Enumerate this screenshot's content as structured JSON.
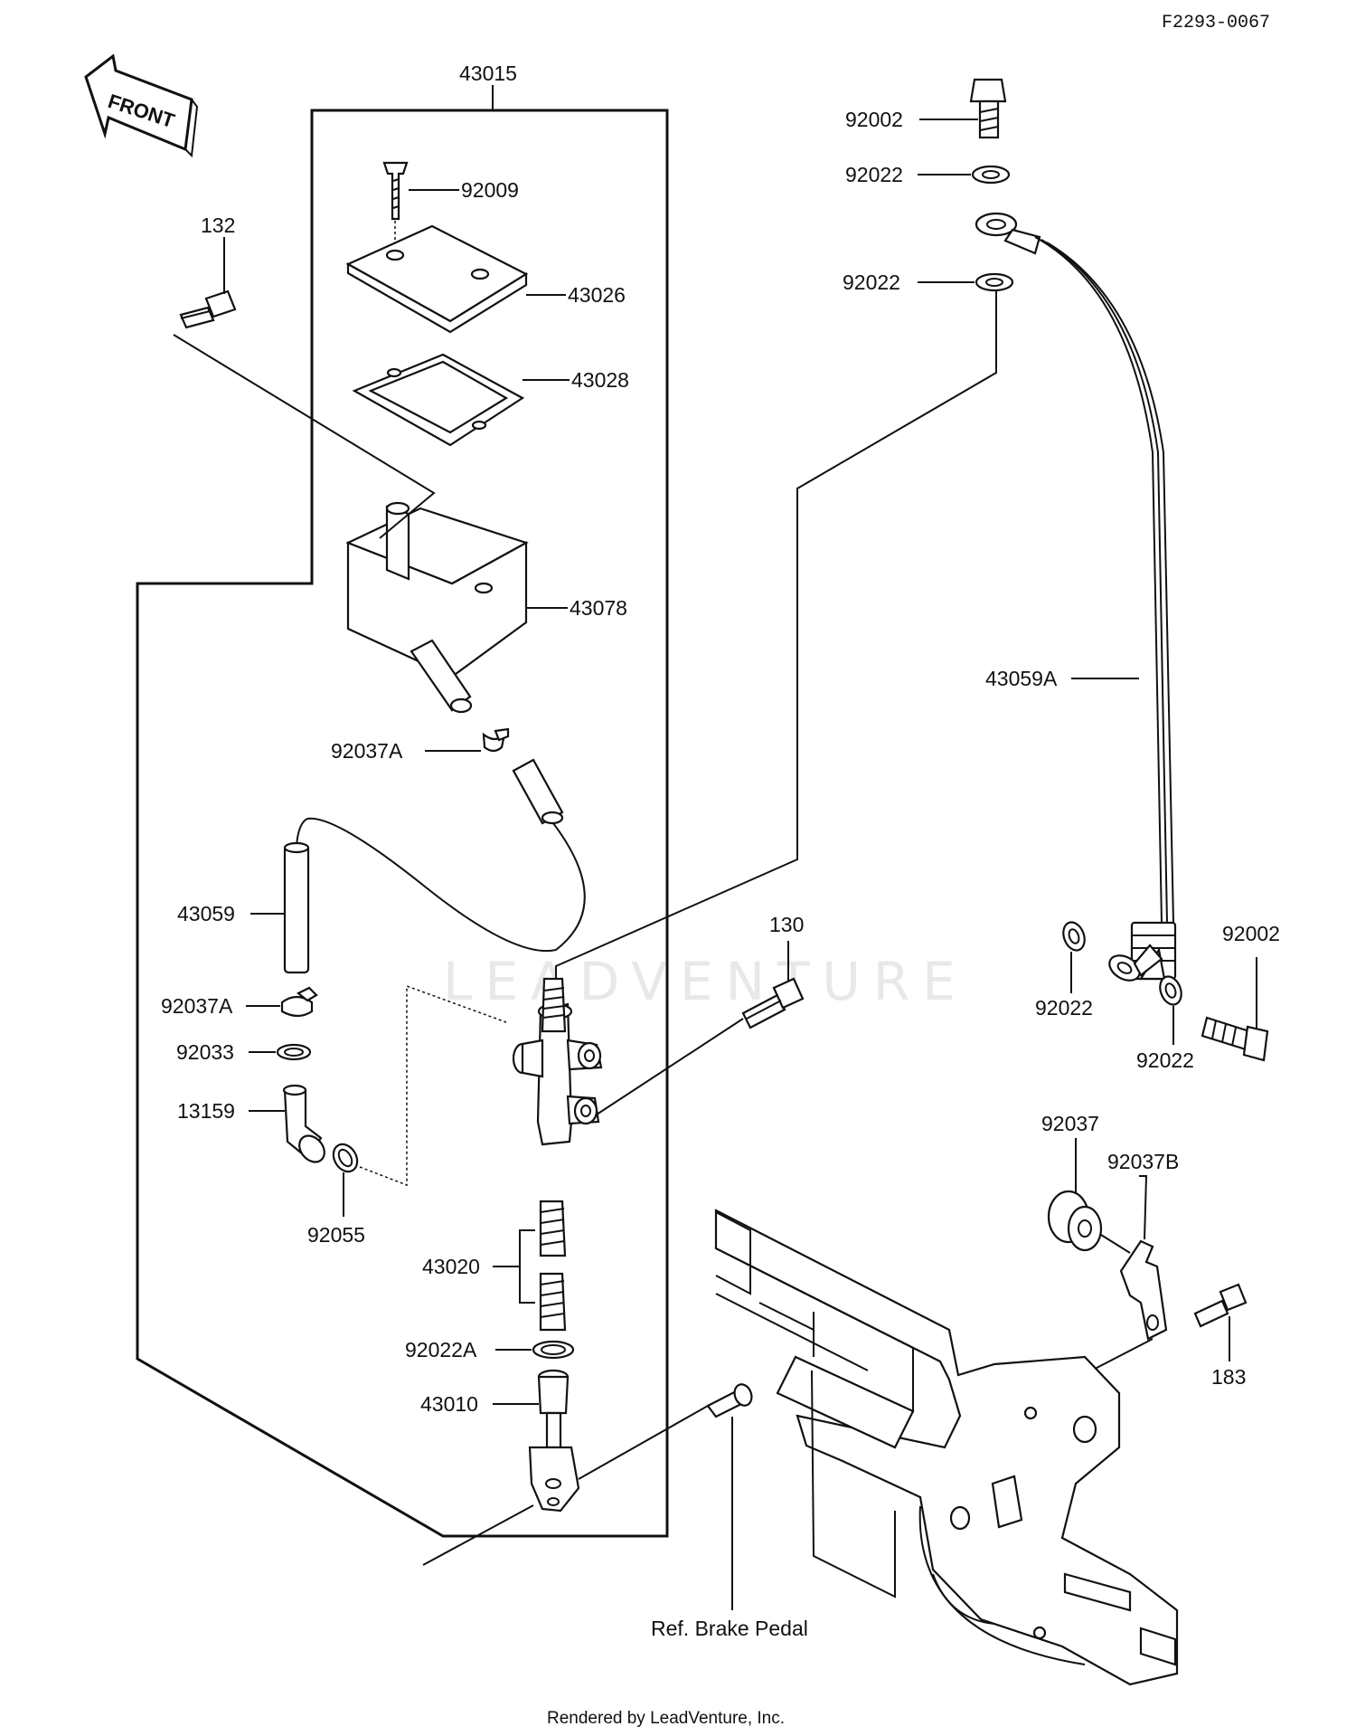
{
  "header": {
    "figure_code": "F2293-0067"
  },
  "front_arrow": {
    "label": "FRONT"
  },
  "watermark": {
    "text": "LEADVENTURE"
  },
  "footer": {
    "credit": "Rendered by LeadVenture, Inc."
  },
  "reference": {
    "brake_pedal": "Ref. Brake Pedal"
  },
  "parts": {
    "p43015": "43015",
    "p92009": "92009",
    "p43026": "43026",
    "p43028": "43028",
    "p43078": "43078",
    "p132": "132",
    "p92037A_top": "92037A",
    "p43059": "43059",
    "p92037A_low": "92037A",
    "p92033": "92033",
    "p13159": "13159",
    "p92055": "92055",
    "p43020": "43020",
    "p92022A": "92022A",
    "p43010": "43010",
    "p130": "130",
    "p92002_top": "92002",
    "p92022_a": "92022",
    "p92022_b": "92022",
    "p43059A": "43059A",
    "p92002_low": "92002",
    "p92022_c": "92022",
    "p92022_d": "92022",
    "p92037": "92037",
    "p92037B": "92037B",
    "p183": "183"
  }
}
